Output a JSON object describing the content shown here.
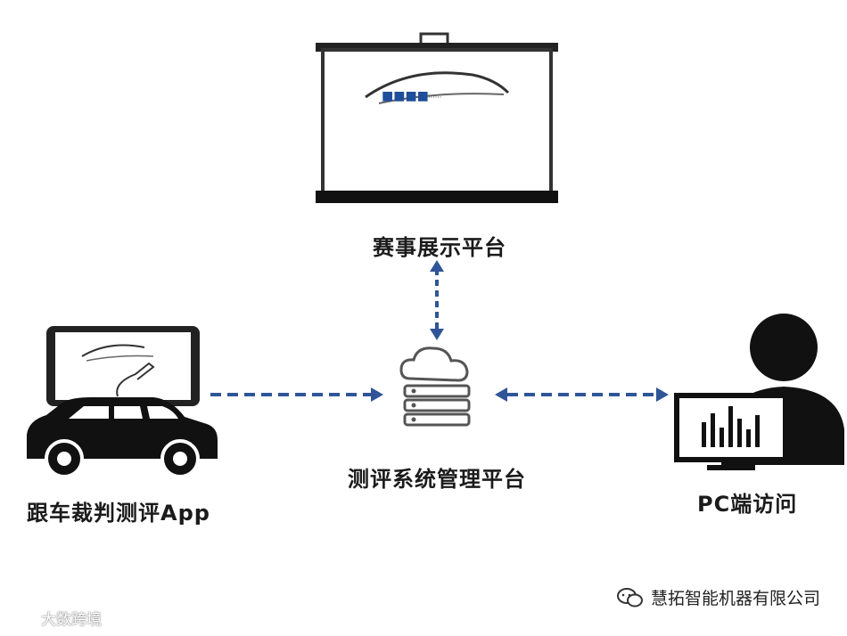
{
  "nodes": {
    "display_platform": "赛事展示平台",
    "management_platform": "测评系统管理平台",
    "judge_app": "跟车裁判测评App",
    "pc_access": "PC端访问"
  },
  "watermarks": {
    "company": "慧拓智能机器有限公司",
    "source": "大数跨境"
  },
  "colors": {
    "arrow": "#2f5597",
    "icon": "#111111"
  },
  "icons": {
    "projector_screen": "projector-screen-icon",
    "cloud_server": "cloud-server-icon",
    "car_tablet": "car-with-tablet-icon",
    "user_pc": "user-with-monitor-icon"
  }
}
